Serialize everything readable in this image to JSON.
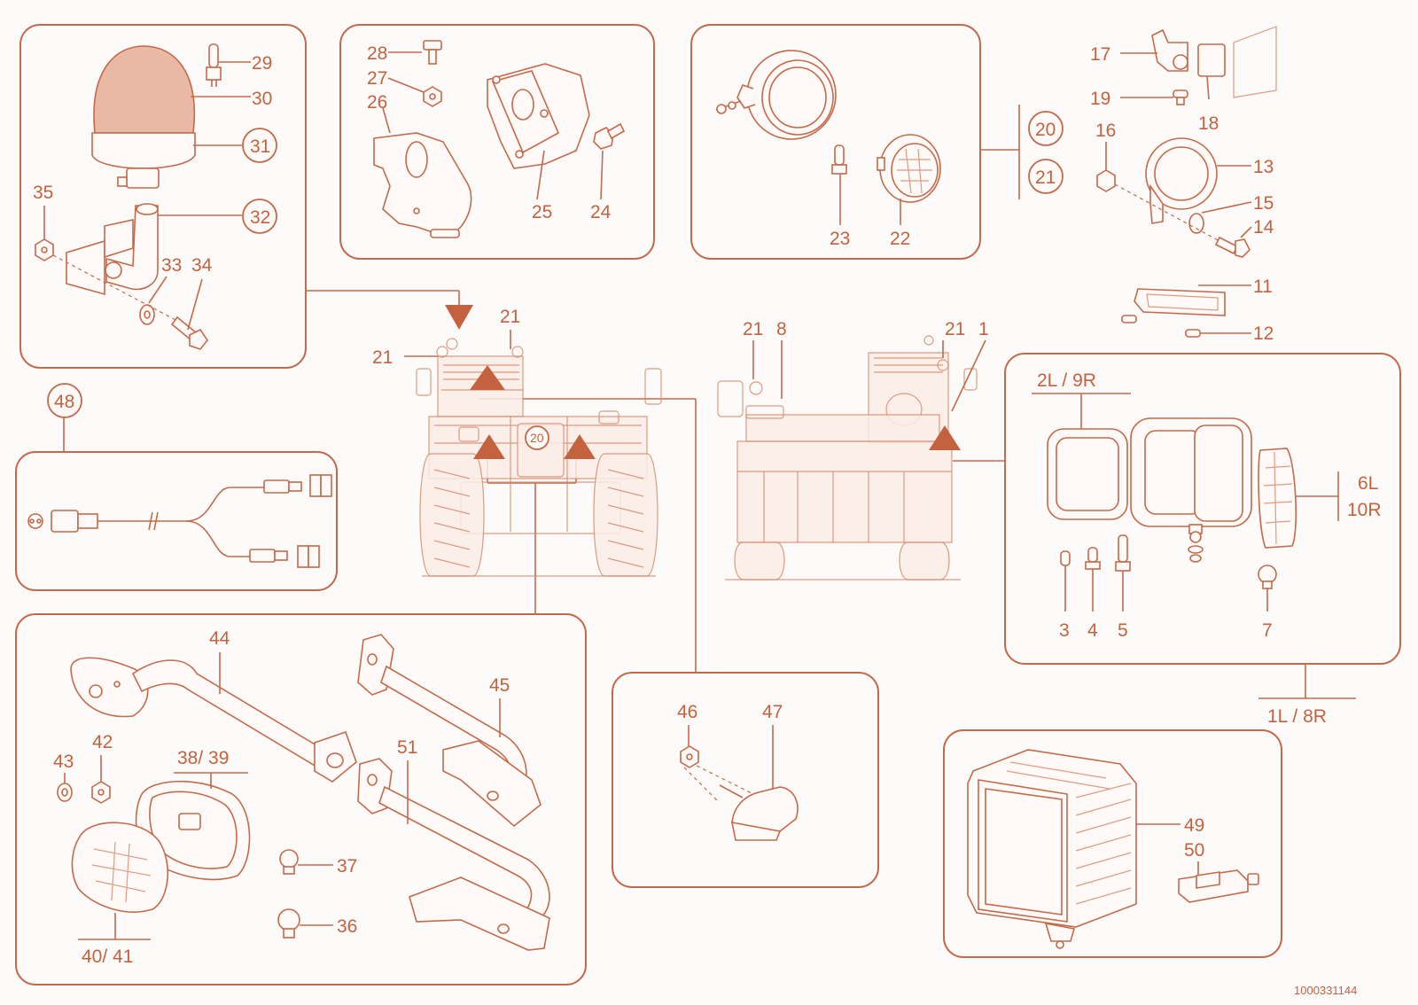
{
  "callouts": {
    "c1": "1",
    "c2l9r": "2L / 9R",
    "c3": "3",
    "c4": "4",
    "c5": "5",
    "c6l": "6L",
    "c10r": "10R",
    "c7": "7",
    "c1l8r": "1L / 8R",
    "c8": "8",
    "c11": "11",
    "c12": "12",
    "c13": "13",
    "c14": "14",
    "c15": "15",
    "c16": "16",
    "c17": "17",
    "c18": "18",
    "c19": "19",
    "c20": "20",
    "c21": "21",
    "c22": "22",
    "c23": "23",
    "c24": "24",
    "c25": "25",
    "c26": "26",
    "c27": "27",
    "c28": "28",
    "c29": "29",
    "c30": "30",
    "c31": "31",
    "c32": "32",
    "c33": "33",
    "c34": "34",
    "c35": "35",
    "c36": "36",
    "c37": "37",
    "c3839": "38/ 39",
    "c4041": "40/ 41",
    "c42": "42",
    "c43": "43",
    "c44": "44",
    "c45": "45",
    "c46": "46",
    "c47": "47",
    "c48": "48",
    "c49": "49",
    "c50": "50",
    "c51": "51"
  },
  "document_number": "1000331144",
  "colors": {
    "line": "#c46a4a",
    "accent": "#c4623f",
    "beacon_fill": "#e9b9a6",
    "background": "#fdfbf9"
  }
}
